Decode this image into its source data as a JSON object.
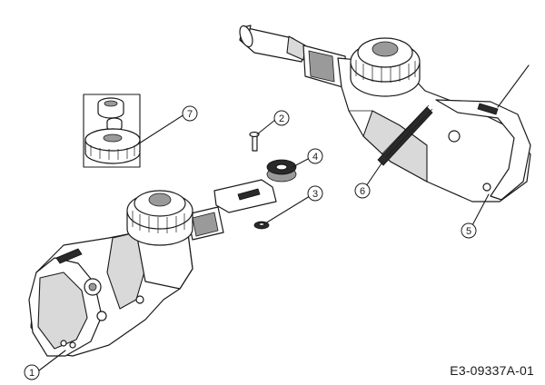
{
  "diagram": {
    "document_code": "E3-09337A-01",
    "callouts": [
      {
        "id": "callout-1",
        "label": "1"
      },
      {
        "id": "callout-2",
        "label": "2"
      },
      {
        "id": "callout-3",
        "label": "3"
      },
      {
        "id": "callout-4",
        "label": "4"
      },
      {
        "id": "callout-5",
        "label": "5"
      },
      {
        "id": "callout-6",
        "label": "6"
      },
      {
        "id": "callout-7",
        "label": "7"
      }
    ]
  }
}
